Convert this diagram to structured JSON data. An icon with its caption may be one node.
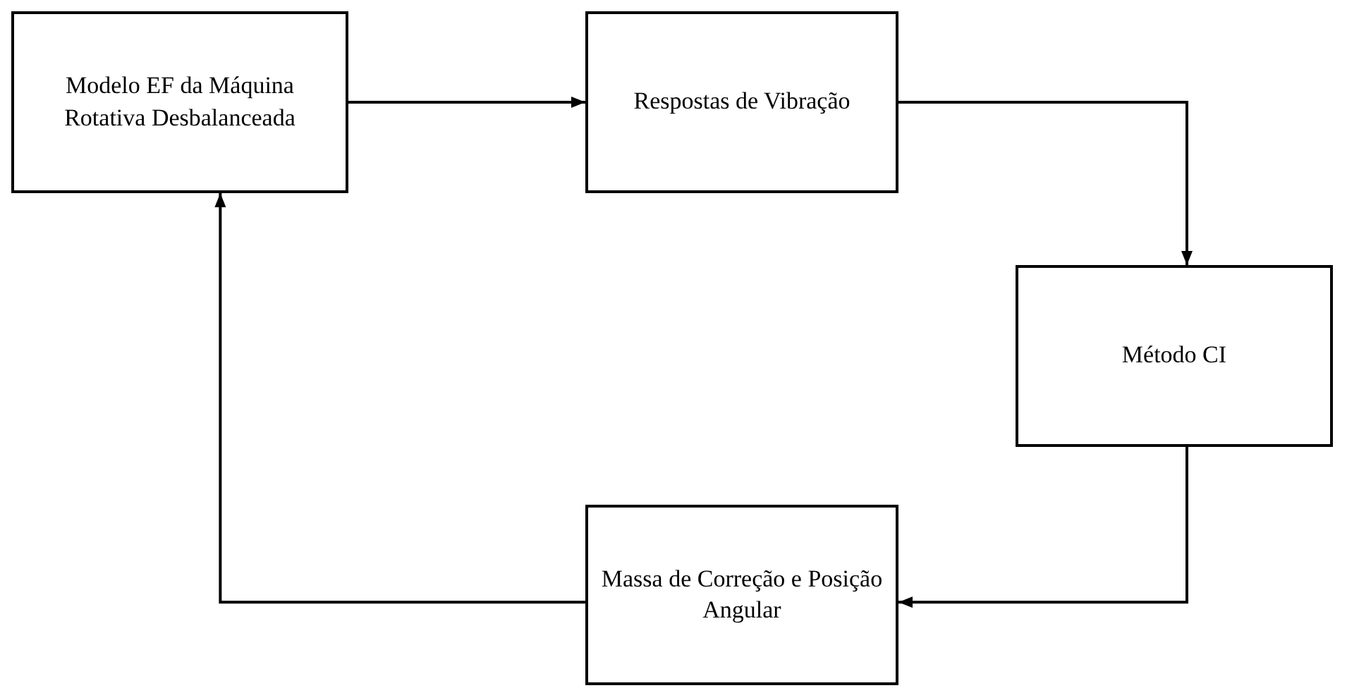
{
  "diagram": {
    "nodes": [
      {
        "text": [
          "Modelo EF da Máquina Rotativa Desbalanceada"
        ]
      },
      {
        "text": [
          "Respostas de Vibração"
        ]
      },
      {
        "text": [
          "Método CI"
        ]
      },
      {
        "text": [
          "Massa de Correção e Posição Angular"
        ]
      }
    ],
    "edges": [
      {
        "from": 0,
        "to": 1,
        "arrow": "to"
      },
      {
        "from": 1,
        "to": 2,
        "arrow": "to"
      },
      {
        "from": 2,
        "to": 3,
        "arrow": "to"
      },
      {
        "from": 3,
        "to": 0,
        "arrow": "to"
      }
    ]
  }
}
